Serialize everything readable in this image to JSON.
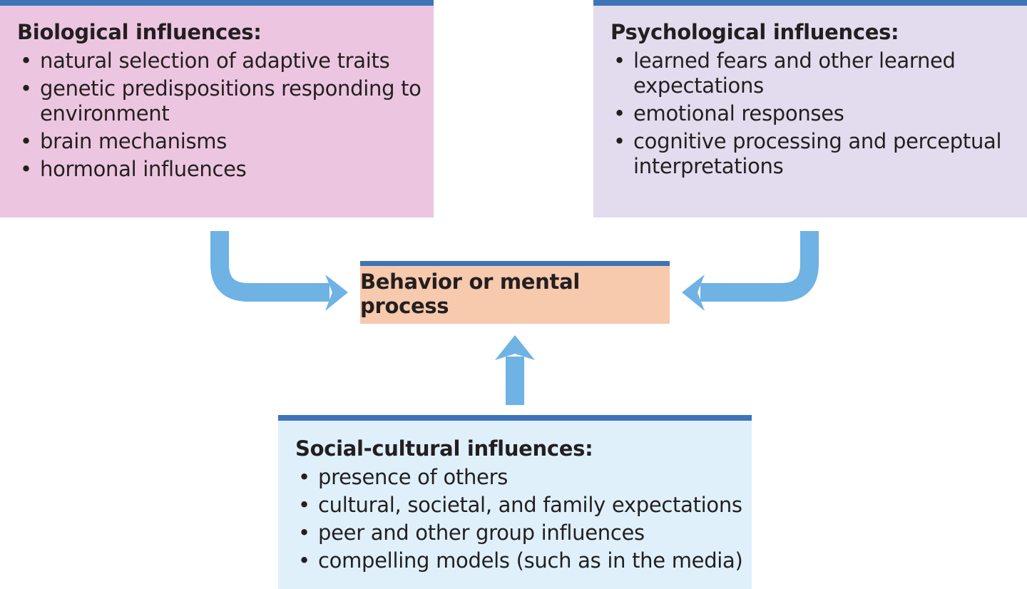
{
  "biological": {
    "title": "Biological influences:",
    "items": [
      "natural selection of adaptive traits",
      "genetic predispositions responding to environment",
      "brain mechanisms",
      "hormonal influences"
    ]
  },
  "psychological": {
    "title": "Psychological influences:",
    "items": [
      "learned fears and other learned expectations",
      "emotional responses",
      "cognitive processing and perceptual interpretations"
    ]
  },
  "center": {
    "label": "Behavior or mental process"
  },
  "social_cultural": {
    "title": "Social-cultural influences:",
    "items": [
      "presence of others",
      "cultural, societal, and family expectations",
      "peer and other group influences",
      "compelling models (such as in the media)"
    ]
  },
  "colors": {
    "accent_bar": "#3e74b8",
    "arrow": "#6fb2e4",
    "biological_fill": "#ecc6e0",
    "psychological_fill": "#e2dcee",
    "social_fill": "#dff0fb",
    "center_fill": "#f7c9ad"
  }
}
